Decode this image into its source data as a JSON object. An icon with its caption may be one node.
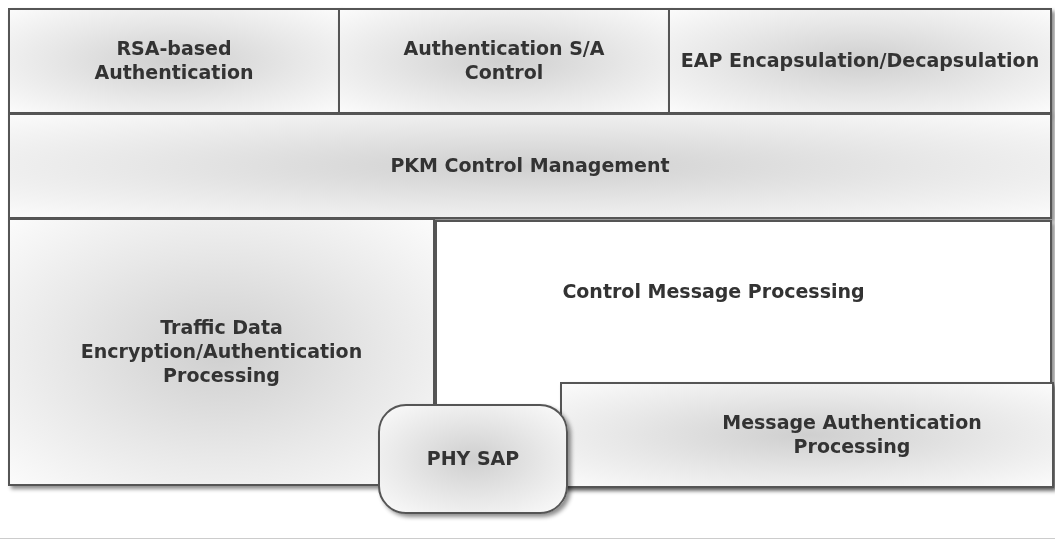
{
  "diagram": {
    "nodes": [
      {
        "text": [
          "RSA-based Authentication"
        ]
      },
      {
        "text": [
          "Authentication S/A Control"
        ]
      },
      {
        "text": [
          "EAP Encapsulation/Decapsulation"
        ]
      },
      {
        "text": [
          "PKM Control Management"
        ]
      },
      {
        "text": [
          "Traffic Data Encryption/Authentication Processing"
        ]
      },
      {
        "text": [
          "Control Message Processing"
        ]
      },
      {
        "text": [
          "Message Authentication Processing"
        ],
        "in": 5
      },
      {
        "text": [
          "PHY SAP"
        ]
      }
    ],
    "edges": []
  }
}
